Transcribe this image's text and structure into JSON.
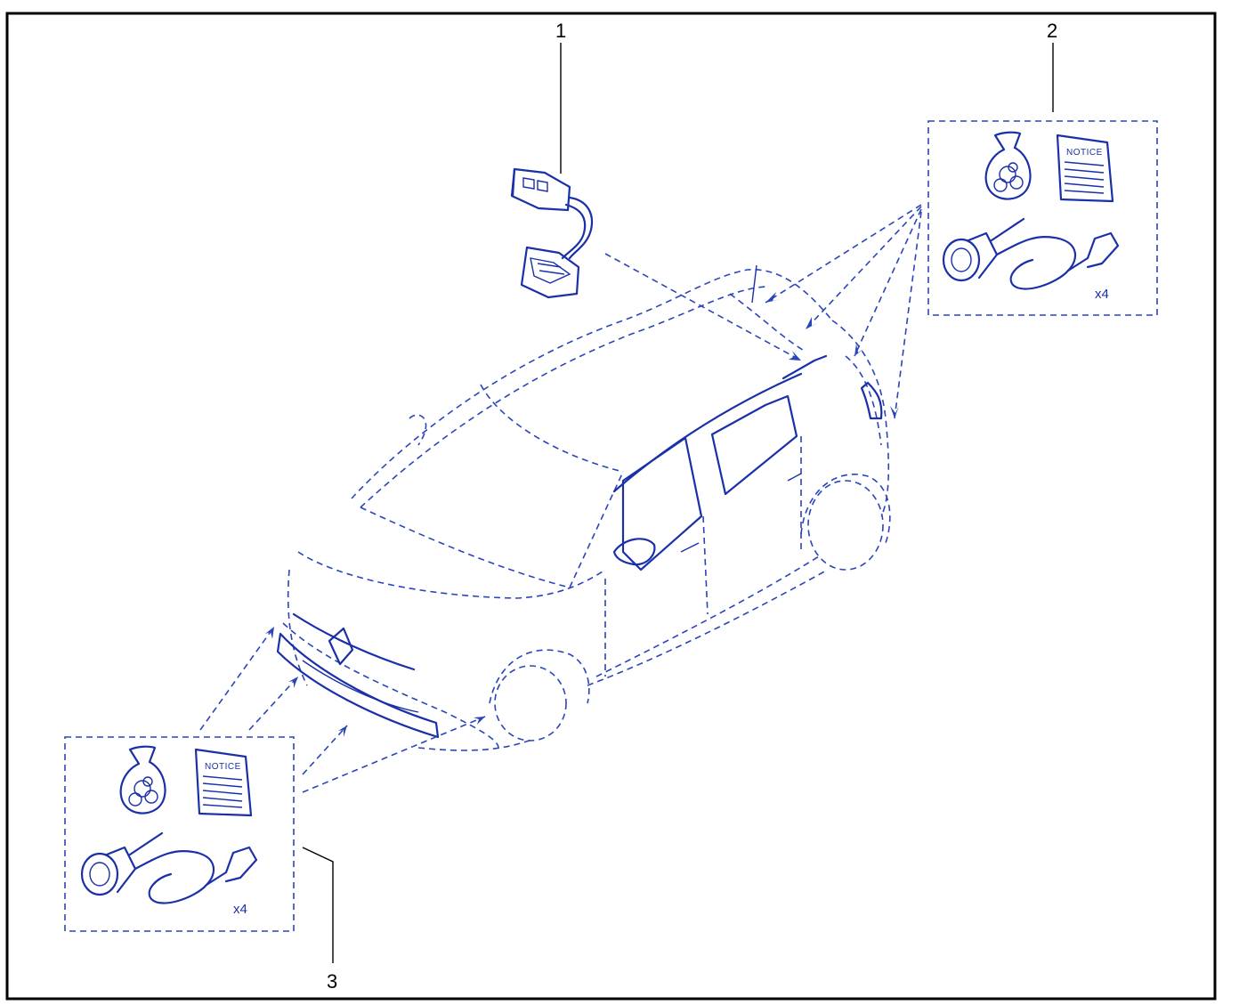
{
  "callouts": [
    {
      "label": "1"
    },
    {
      "label": "2"
    },
    {
      "label": "3"
    }
  ],
  "kit_rear": {
    "notice_label": "NOTICE",
    "quantity": "x4"
  },
  "kit_front": {
    "notice_label": "NOTICE",
    "quantity": "x4"
  },
  "colors": {
    "line": "#2a45b8",
    "frame": "#000000"
  }
}
